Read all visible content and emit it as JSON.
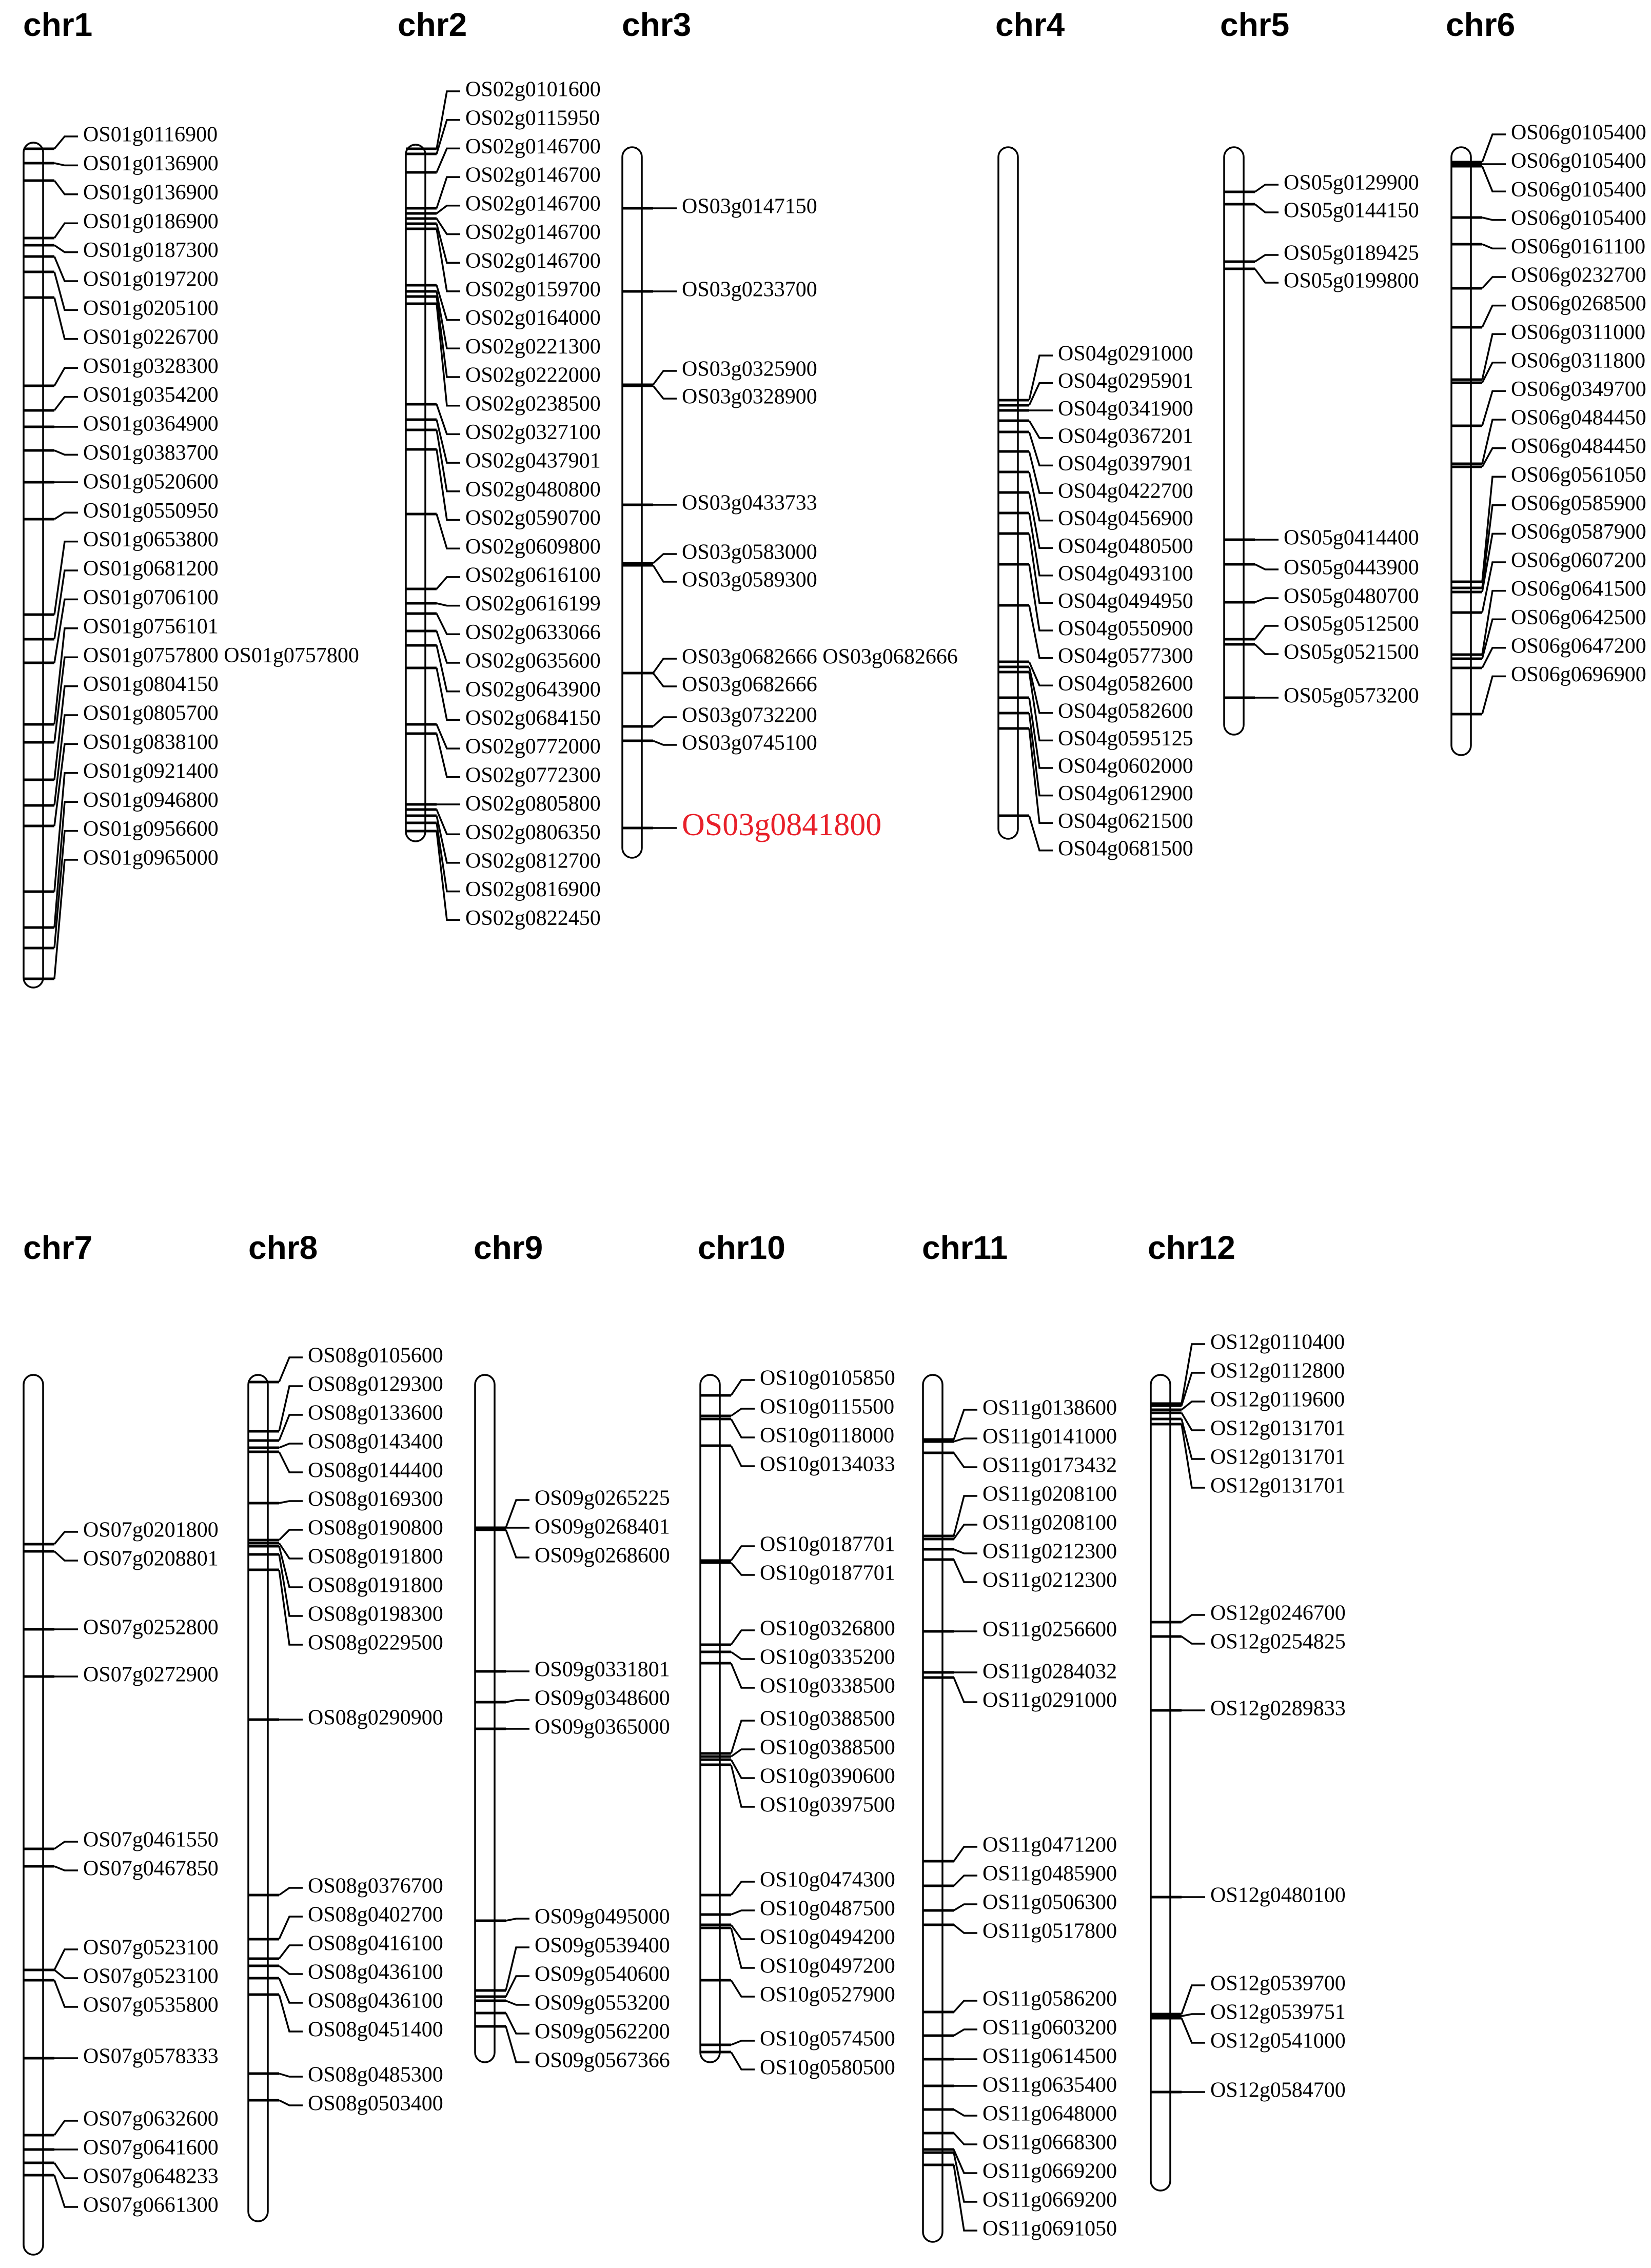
{
  "highlight_color": "#e8202a",
  "chromosomes": [
    {
      "name": "chr1",
      "genes": [
        {
          "id": "OS01g0116900"
        },
        {
          "id": "OS01g0136900"
        },
        {
          "id": "OS01g0136900"
        },
        {
          "id": "OS01g0186900"
        },
        {
          "id": "OS01g0187300"
        },
        {
          "id": "OS01g0197200"
        },
        {
          "id": "OS01g0205100"
        },
        {
          "id": "OS01g0226700"
        },
        {
          "id": "OS01g0328300"
        },
        {
          "id": "OS01g0354200"
        },
        {
          "id": "OS01g0364900"
        },
        {
          "id": "OS01g0383700"
        },
        {
          "id": "OS01g0520600"
        },
        {
          "id": "OS01g0550950"
        },
        {
          "id": "OS01g0653800"
        },
        {
          "id": "OS01g0681200"
        },
        {
          "id": "OS01g0706100"
        },
        {
          "id": "OS01g0756101"
        },
        {
          "id": "OS01g0757800 OS01g0757800"
        },
        {
          "id": "OS01g0804150"
        },
        {
          "id": "OS01g0805700"
        },
        {
          "id": "OS01g0838100"
        },
        {
          "id": "OS01g0921400"
        },
        {
          "id": "OS01g0946800"
        },
        {
          "id": "OS01g0956600"
        },
        {
          "id": "OS01g0965000"
        }
      ]
    },
    {
      "name": "chr2",
      "genes": [
        {
          "id": "OS02g0101600"
        },
        {
          "id": "OS02g0115950"
        },
        {
          "id": "OS02g0146700"
        },
        {
          "id": "OS02g0146700"
        },
        {
          "id": "OS02g0146700"
        },
        {
          "id": "OS02g0146700"
        },
        {
          "id": "OS02g0146700"
        },
        {
          "id": "OS02g0159700"
        },
        {
          "id": "OS02g0164000"
        },
        {
          "id": "OS02g0221300"
        },
        {
          "id": "OS02g0222000"
        },
        {
          "id": "OS02g0238500"
        },
        {
          "id": "OS02g0327100"
        },
        {
          "id": "OS02g0437901"
        },
        {
          "id": "OS02g0480800"
        },
        {
          "id": "OS02g0590700"
        },
        {
          "id": "OS02g0609800"
        },
        {
          "id": "OS02g0616100"
        },
        {
          "id": "OS02g0616199"
        },
        {
          "id": "OS02g0633066"
        },
        {
          "id": "OS02g0635600"
        },
        {
          "id": "OS02g0643900"
        },
        {
          "id": "OS02g0684150"
        },
        {
          "id": "OS02g0772000"
        },
        {
          "id": "OS02g0772300"
        },
        {
          "id": "OS02g0805800"
        },
        {
          "id": "OS02g0806350"
        },
        {
          "id": "OS02g0812700"
        },
        {
          "id": "OS02g0816900"
        },
        {
          "id": "OS02g0822450"
        }
      ]
    },
    {
      "name": "chr3",
      "genes": [
        {
          "id": "OS03g0147150"
        },
        {
          "id": "OS03g0233700"
        },
        {
          "id": "OS03g0325900"
        },
        {
          "id": "OS03g0328900"
        },
        {
          "id": "OS03g0433733"
        },
        {
          "id": "OS03g0583000"
        },
        {
          "id": "OS03g0589300"
        },
        {
          "id": "OS03g0682666 OS03g0682666"
        },
        {
          "id": "OS03g0682666"
        },
        {
          "id": "OS03g0732200"
        },
        {
          "id": "OS03g0745100"
        },
        {
          "id": "OS03g0841800",
          "highlight": true
        }
      ]
    },
    {
      "name": "chr4",
      "genes": [
        {
          "id": "OS04g0291000"
        },
        {
          "id": "OS04g0295901"
        },
        {
          "id": "OS04g0341900"
        },
        {
          "id": "OS04g0367201"
        },
        {
          "id": "OS04g0397901"
        },
        {
          "id": "OS04g0422700"
        },
        {
          "id": "OS04g0456900"
        },
        {
          "id": "OS04g0480500"
        },
        {
          "id": "OS04g0493100"
        },
        {
          "id": "OS04g0494950"
        },
        {
          "id": "OS04g0550900"
        },
        {
          "id": "OS04g0577300"
        },
        {
          "id": "OS04g0582600"
        },
        {
          "id": "OS04g0582600"
        },
        {
          "id": "OS04g0595125"
        },
        {
          "id": "OS04g0602000"
        },
        {
          "id": "OS04g0612900"
        },
        {
          "id": "OS04g0621500"
        },
        {
          "id": "OS04g0681500"
        }
      ]
    },
    {
      "name": "chr5",
      "genes": [
        {
          "id": "OS05g0129900"
        },
        {
          "id": "OS05g0144150"
        },
        {
          "id": "OS05g0189425"
        },
        {
          "id": "OS05g0199800"
        },
        {
          "id": "OS05g0414400"
        },
        {
          "id": "OS05g0443900"
        },
        {
          "id": "OS05g0480700"
        },
        {
          "id": "OS05g0512500"
        },
        {
          "id": "OS05g0521500"
        },
        {
          "id": "OS05g0573200"
        }
      ]
    },
    {
      "name": "chr6",
      "genes": [
        {
          "id": "OS06g0105400"
        },
        {
          "id": "OS06g0105400"
        },
        {
          "id": "OS06g0105400"
        },
        {
          "id": "OS06g0105400"
        },
        {
          "id": "OS06g0161100"
        },
        {
          "id": "OS06g0232700"
        },
        {
          "id": "OS06g0268500"
        },
        {
          "id": "OS06g0311000"
        },
        {
          "id": "OS06g0311800"
        },
        {
          "id": "OS06g0349700"
        },
        {
          "id": "OS06g0484450"
        },
        {
          "id": "OS06g0484450"
        },
        {
          "id": "OS06g0561050"
        },
        {
          "id": "OS06g0585900"
        },
        {
          "id": "OS06g0587900"
        },
        {
          "id": "OS06g0607200"
        },
        {
          "id": "OS06g0641500"
        },
        {
          "id": "OS06g0642500"
        },
        {
          "id": "OS06g0647200"
        },
        {
          "id": "OS06g0696900"
        }
      ]
    },
    {
      "name": "chr7",
      "genes": [
        {
          "id": "OS07g0201800"
        },
        {
          "id": "OS07g0208801"
        },
        {
          "id": "OS07g0252800"
        },
        {
          "id": "OS07g0272900"
        },
        {
          "id": "OS07g0461550"
        },
        {
          "id": "OS07g0467850"
        },
        {
          "id": "OS07g0523100"
        },
        {
          "id": "OS07g0523100"
        },
        {
          "id": "OS07g0535800"
        },
        {
          "id": "OS07g0578333"
        },
        {
          "id": "OS07g0632600"
        },
        {
          "id": "OS07g0641600"
        },
        {
          "id": "OS07g0648233"
        },
        {
          "id": "OS07g0661300"
        }
      ]
    },
    {
      "name": "chr8",
      "genes": [
        {
          "id": "OS08g0105600"
        },
        {
          "id": "OS08g0129300"
        },
        {
          "id": "OS08g0133600"
        },
        {
          "id": "OS08g0143400"
        },
        {
          "id": "OS08g0144400"
        },
        {
          "id": "OS08g0169300"
        },
        {
          "id": "OS08g0190800"
        },
        {
          "id": "OS08g0191800"
        },
        {
          "id": "OS08g0191800"
        },
        {
          "id": "OS08g0198300"
        },
        {
          "id": "OS08g0229500"
        },
        {
          "id": "OS08g0290900"
        },
        {
          "id": "OS08g0376700"
        },
        {
          "id": "OS08g0402700"
        },
        {
          "id": "OS08g0416100"
        },
        {
          "id": "OS08g0436100"
        },
        {
          "id": "OS08g0436100"
        },
        {
          "id": "OS08g0451400"
        },
        {
          "id": "OS08g0485300"
        },
        {
          "id": "OS08g0503400"
        }
      ]
    },
    {
      "name": "chr9",
      "genes": [
        {
          "id": "OS09g0265225"
        },
        {
          "id": "OS09g0268401"
        },
        {
          "id": "OS09g0268600"
        },
        {
          "id": "OS09g0331801"
        },
        {
          "id": "OS09g0348600"
        },
        {
          "id": "OS09g0365000"
        },
        {
          "id": "OS09g0495000"
        },
        {
          "id": "OS09g0539400"
        },
        {
          "id": "OS09g0540600"
        },
        {
          "id": "OS09g0553200"
        },
        {
          "id": "OS09g0562200"
        },
        {
          "id": "OS09g0567366"
        }
      ]
    },
    {
      "name": "chr10",
      "genes": [
        {
          "id": "OS10g0105850"
        },
        {
          "id": "OS10g0115500"
        },
        {
          "id": "OS10g0118000"
        },
        {
          "id": "OS10g0134033"
        },
        {
          "id": "OS10g0187701"
        },
        {
          "id": "OS10g0187701"
        },
        {
          "id": "OS10g0326800"
        },
        {
          "id": "OS10g0335200"
        },
        {
          "id": "OS10g0338500"
        },
        {
          "id": "OS10g0388500"
        },
        {
          "id": "OS10g0388500"
        },
        {
          "id": "OS10g0390600"
        },
        {
          "id": "OS10g0397500"
        },
        {
          "id": "OS10g0474300"
        },
        {
          "id": "OS10g0487500"
        },
        {
          "id": "OS10g0494200"
        },
        {
          "id": "OS10g0497200"
        },
        {
          "id": "OS10g0527900"
        },
        {
          "id": "OS10g0574500"
        },
        {
          "id": "OS10g0580500"
        }
      ]
    },
    {
      "name": "chr11",
      "genes": [
        {
          "id": "OS11g0138600"
        },
        {
          "id": "OS11g0141000"
        },
        {
          "id": "OS11g0173432"
        },
        {
          "id": "OS11g0208100"
        },
        {
          "id": "OS11g0208100"
        },
        {
          "id": "OS11g0212300"
        },
        {
          "id": "OS11g0212300"
        },
        {
          "id": "OS11g0256600"
        },
        {
          "id": "OS11g0284032"
        },
        {
          "id": "OS11g0291000"
        },
        {
          "id": "OS11g0471200"
        },
        {
          "id": "OS11g0485900"
        },
        {
          "id": "OS11g0506300"
        },
        {
          "id": "OS11g0517800"
        },
        {
          "id": "OS11g0586200"
        },
        {
          "id": "OS11g0603200"
        },
        {
          "id": "OS11g0614500"
        },
        {
          "id": "OS11g0635400"
        },
        {
          "id": "OS11g0648000"
        },
        {
          "id": "OS11g0668300"
        },
        {
          "id": "OS11g0669200"
        },
        {
          "id": "OS11g0669200"
        },
        {
          "id": "OS11g0691050"
        }
      ]
    },
    {
      "name": "chr12",
      "genes": [
        {
          "id": "OS12g0110400"
        },
        {
          "id": "OS12g0112800"
        },
        {
          "id": "OS12g0119600"
        },
        {
          "id": "OS12g0131701"
        },
        {
          "id": "OS12g0131701"
        },
        {
          "id": "OS12g0131701"
        },
        {
          "id": "OS12g0246700"
        },
        {
          "id": "OS12g0254825"
        },
        {
          "id": "OS12g0289833"
        },
        {
          "id": "OS12g0480100"
        },
        {
          "id": "OS12g0539700"
        },
        {
          "id": "OS12g0539751"
        },
        {
          "id": "OS12g0541000"
        },
        {
          "id": "OS12g0584700"
        }
      ]
    }
  ]
}
